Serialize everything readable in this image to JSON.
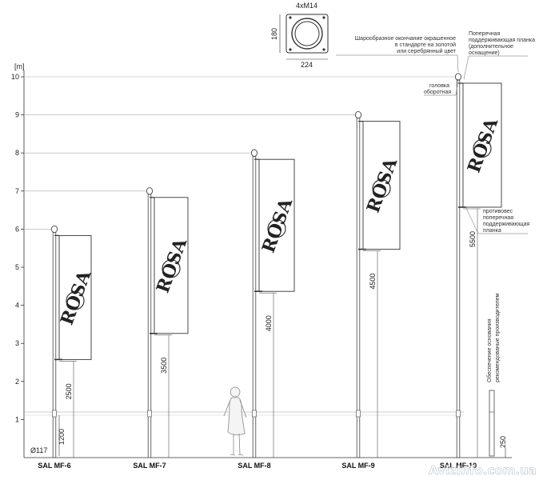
{
  "axis": {
    "unit": "[m]",
    "ticks": [
      "1",
      "2",
      "3",
      "4",
      "5",
      "6",
      "7",
      "8",
      "9",
      "10"
    ]
  },
  "base_plate": {
    "bolts": "4xM14",
    "height": "180",
    "width": "224"
  },
  "annotations": {
    "ball_finial": [
      "Шарообразное окончание окрашенное",
      "в стандарте на золотой",
      "или серебрянный цвет"
    ],
    "top_bar": [
      "Поперечная",
      "поддерживающая планка",
      "(дополнительное",
      "оснащение)"
    ],
    "rotating_head": [
      "головка",
      "оборотная"
    ],
    "counterweight": [
      "противовес",
      "поперечная",
      "поддерживающая",
      "планка"
    ],
    "foundation": [
      "Обеспечение основания",
      "рекомендованые производителем"
    ]
  },
  "dimensions": {
    "diameter": "Ø117",
    "foot_height": "1200",
    "small_base": "250"
  },
  "flag_logo": "ROSA",
  "poles": [
    {
      "model": "SAL MF-6",
      "height_m": 6,
      "dim_label": "2500"
    },
    {
      "model": "SAL MF-7",
      "height_m": 7,
      "dim_label": "3500"
    },
    {
      "model": "SAL MF-8",
      "height_m": 8,
      "dim_label": "4000"
    },
    {
      "model": "SAL MF-9",
      "height_m": 9,
      "dim_label": "4500"
    },
    {
      "model": "SAL MF-10",
      "height_m": 10,
      "dim_label": "5500"
    }
  ],
  "watermark": "AvizInfo.com.ua"
}
